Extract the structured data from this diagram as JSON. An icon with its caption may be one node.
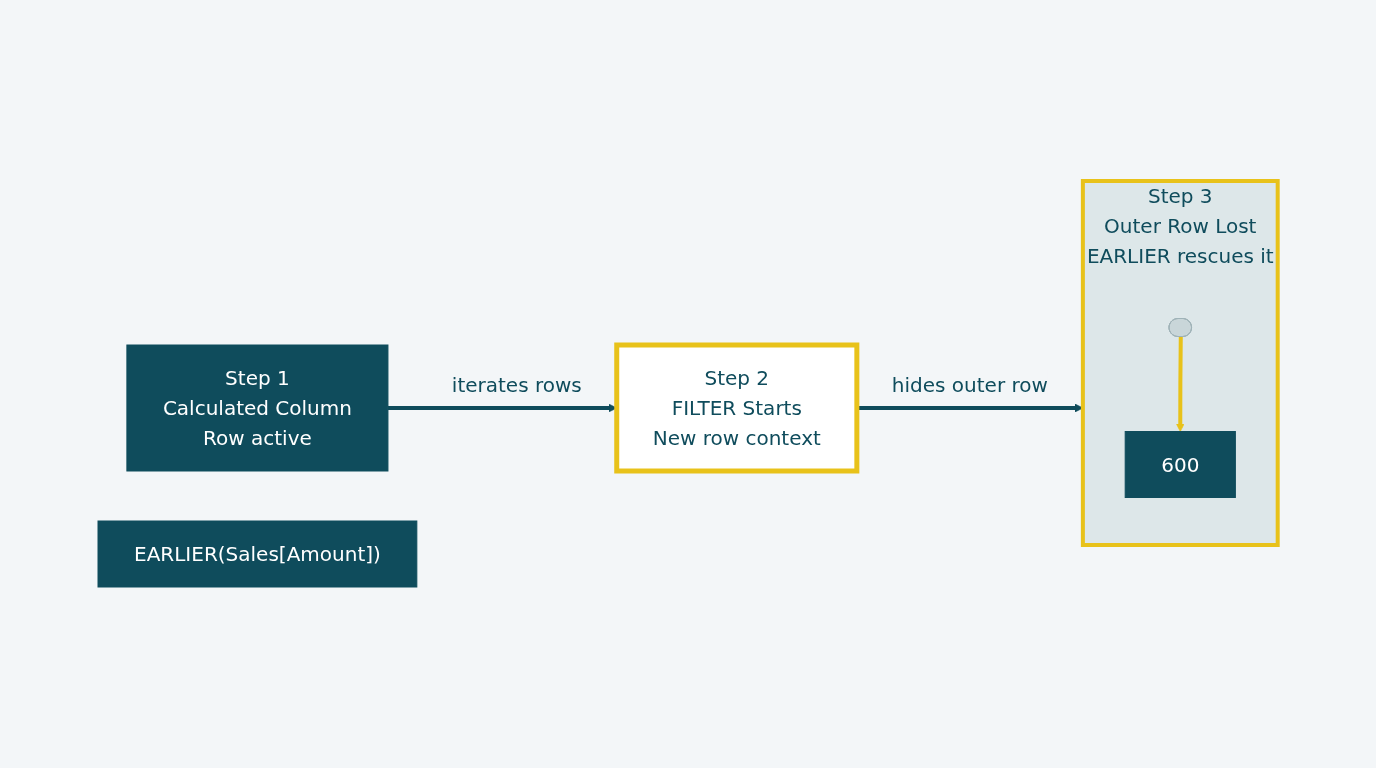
{
  "diagram": {
    "nodes": [
      {
        "text": [
          "Step 1",
          "Calculated Column",
          "Row active"
        ]
      },
      {
        "text": [
          "Step 2",
          "FILTER Starts",
          "New row context"
        ]
      },
      {
        "text": [
          "Step 3",
          "Outer Row Lost",
          "EARLIER rescues it"
        ]
      },
      {
        "text": [],
        "shape": "bar",
        "in": 2
      },
      {
        "text": [
          "600"
        ],
        "in": 2
      },
      {
        "text": [
          "EARLIER(Sales[Amount])"
        ]
      }
    ],
    "edges": [
      {
        "from": 0,
        "to": 1,
        "arrow": "to",
        "label": "iterates rows"
      },
      {
        "from": 1,
        "to": 2,
        "arrow": "to",
        "label": "hides outer row"
      },
      {
        "from": 3,
        "to": 4,
        "arrow": "to",
        "color": "#e8c21a"
      }
    ]
  }
}
